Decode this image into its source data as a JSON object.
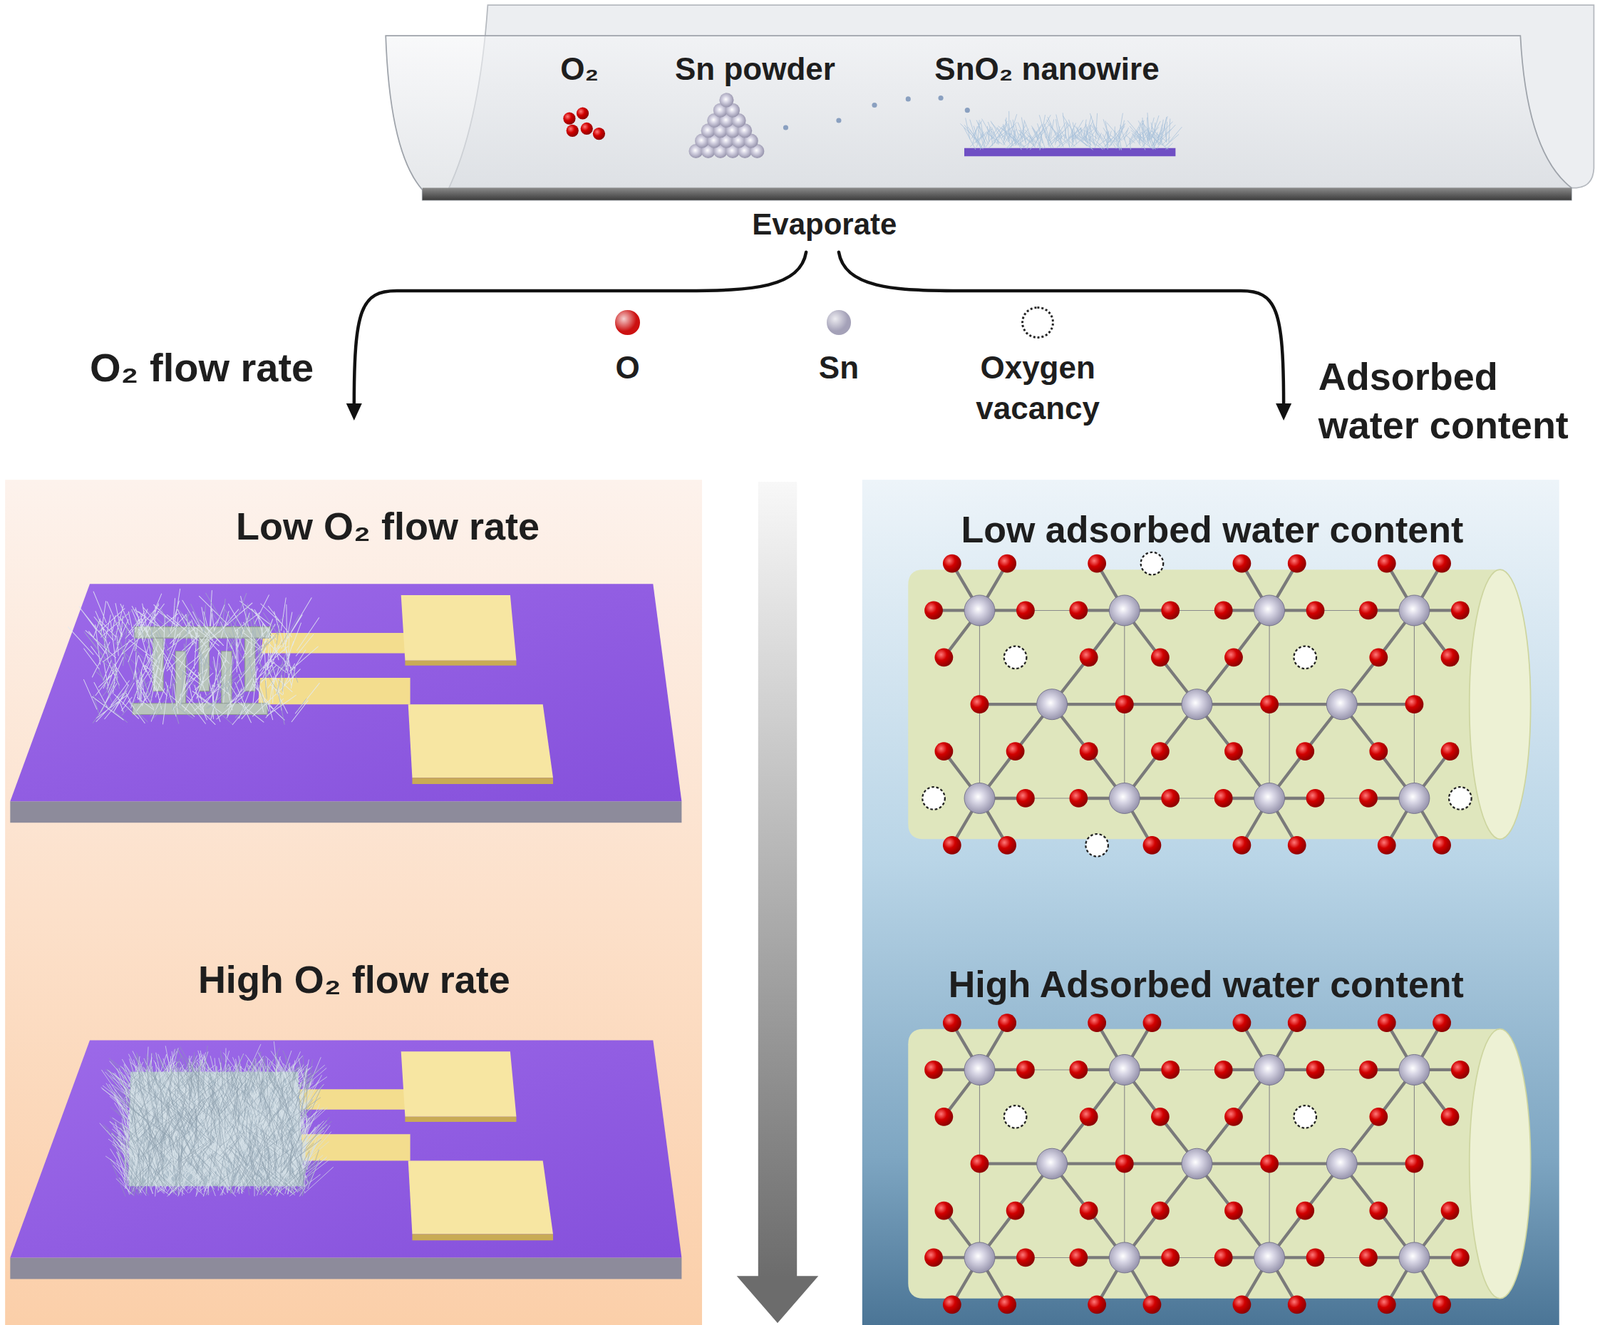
{
  "diagram": {
    "nodes": [
      {
        "text": [
          "O₂",
          "Sn powder",
          "SnO₂ nanowire",
          "Evaporate"
        ]
      },
      {
        "text": [
          "O₂ flow rate",
          "Low O₂ flow rate",
          "High O₂ flow rate"
        ]
      },
      {
        "text": [
          "Adsorbed water content",
          "Low adsorbed water content",
          "High Adsorbed water content"
        ]
      }
    ],
    "edges": [
      {
        "from": 0,
        "to": 1,
        "arrow": "to"
      },
      {
        "from": 0,
        "to": 2,
        "arrow": "to"
      }
    ],
    "legend": [
      {
        "text": "O",
        "color": "#cc1111"
      },
      {
        "text": "Sn",
        "color": "#a4a1b8"
      },
      {
        "text": "Oxygen vacancy"
      }
    ]
  }
}
